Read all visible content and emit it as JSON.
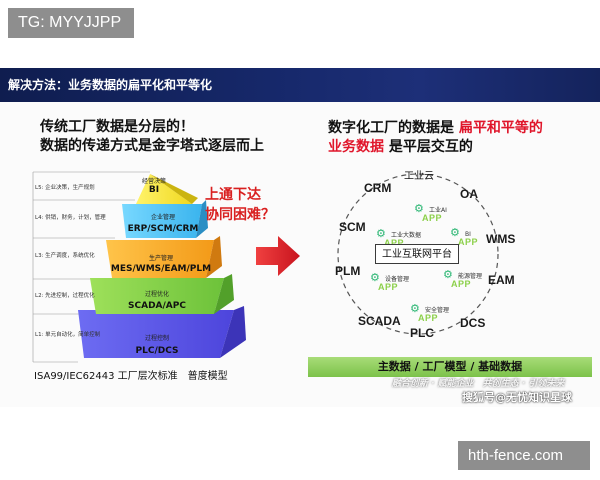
{
  "watermark": {
    "tg": "TG: MYYJJPP",
    "host": "hth-fence.com"
  },
  "header": {
    "title": "解决方法：业务数据的扁平化和平等化"
  },
  "left": {
    "title_line1": "传统工厂数据是分层的！",
    "title_line2": "数据的传递方式是金字塔式逐层而上",
    "red_line1": "上通下达",
    "red_line2": "协同困难？",
    "caption": "ISA99/IEC62443 工厂层次标准　普度模型",
    "levels": [
      {
        "code": "L5:",
        "desc": "企业决策，生产规划",
        "top_label": "经营决策",
        "system": "BI"
      },
      {
        "code": "L4:",
        "desc": "供销，财务，计划，管理",
        "top_label": "企业管理",
        "system": "ERP/SCM/CRM"
      },
      {
        "code": "L3:",
        "desc": "生产调度，系统优化",
        "top_label": "生产管理",
        "system": "MES/WMS/EAM/PLM"
      },
      {
        "code": "L2:",
        "desc": "先进控制，过程优化",
        "top_label": "过程优化",
        "system": "SCADA/APC"
      },
      {
        "code": "L1:",
        "desc": "单元自动化，简单控制",
        "top_label": "过程控制",
        "system": "PLC/DCS"
      }
    ]
  },
  "right": {
    "title_line1_pre": "数字化工厂的数据是 ",
    "title_line1_red": "扁平和平等的",
    "title_line2_red": "业务数据",
    "title_line2_post": " 是平层交互的",
    "cloud": "工业云",
    "platform": "工业互联网平台",
    "systems": [
      "CRM",
      "OA",
      "SCM",
      "WMS",
      "PLM",
      "EAM",
      "SCADA",
      "DCS",
      "PLC"
    ],
    "apps": [
      "工业AI",
      "工业大数据",
      "BI",
      "设备管理",
      "能源管理",
      "安全管理"
    ],
    "app_tag": "APP",
    "base_bar": "主数据 / 工厂模型 / 基础数据"
  },
  "footer": {
    "slogan": "融合创新 · 赋能企业　共创生态 · 引领未来",
    "source": "搜狐号@无忧知识星球"
  },
  "colors": {
    "header": "#16286a",
    "accent_red": "#e0162b",
    "arrow": "#d21f26",
    "base_bar": "#8cc95a"
  }
}
